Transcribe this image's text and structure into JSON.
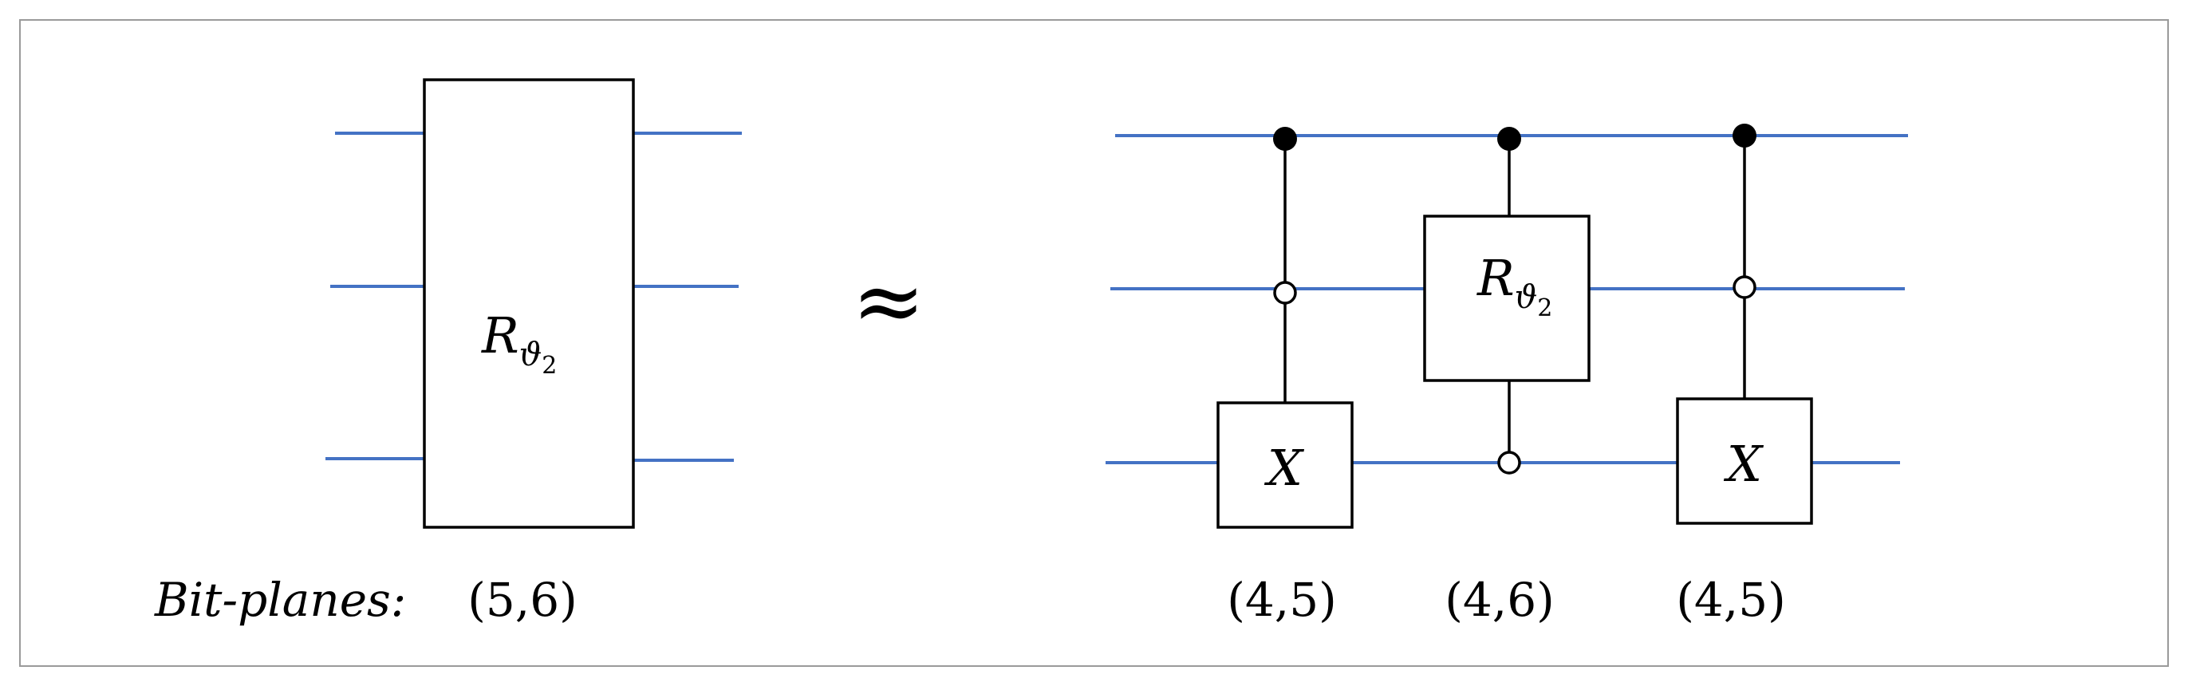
{
  "left_circuit": {
    "gate": {
      "symbol": "R",
      "subscript": "ϑ",
      "sub_subscript": "2"
    },
    "bit_planes": "(5,6)"
  },
  "approx_symbol": "≈",
  "right_circuit": {
    "gates": [
      {
        "symbol": "X",
        "bit_planes": "(4,5)"
      },
      {
        "symbol": "R",
        "subscript": "ϑ",
        "sub_subscript": "2",
        "bit_planes": "(4,6)"
      },
      {
        "symbol": "X",
        "bit_planes": "(4,5)"
      }
    ]
  },
  "bit_planes_label": "Bit-planes:",
  "colors": {
    "wire": "#4472c4",
    "gate_stroke": "#000000",
    "frame": "#9a9a9a"
  }
}
